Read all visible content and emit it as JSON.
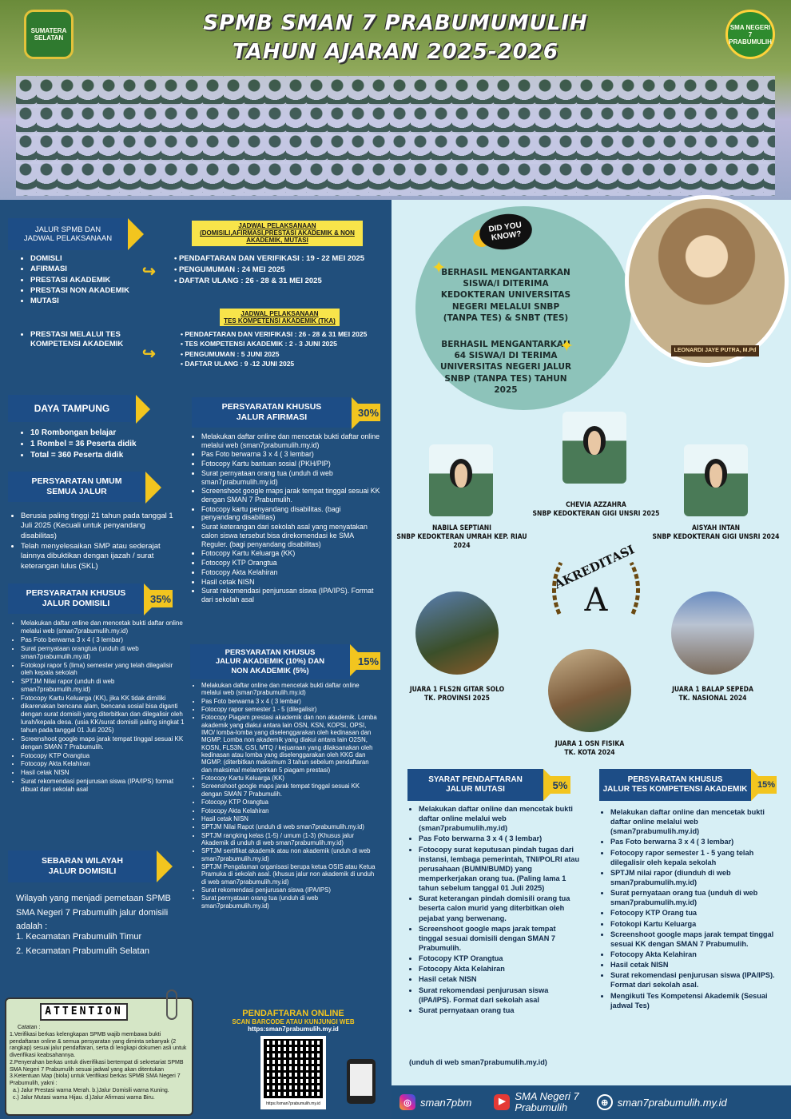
{
  "hero": {
    "title_line1": "SPMB SMAN 7 PRABUMUMULIH",
    "title_line2": "TAHUN AJARAN 2025-2026",
    "logo_left": "SUMATERA SELATAN",
    "logo_right": "SMA NEGERI 7 PRABUMULIH"
  },
  "jalur": {
    "heading": "JALUR SPMB DAN\nJADWAL PELAKSANAAN",
    "items": [
      "DOMISLI",
      "AFIRMASI",
      "PRESTASI AKADEMIK",
      "PRESTASI NON AKADEMIK",
      "MUTASI"
    ],
    "tka_item": "PRESTASI MELALUI TES KOMPETENSI AKADEMIK"
  },
  "jadwal1": {
    "title": "JADWAL PELAKSANAAN\n(DOMISILI,AFIRMASI,PRESTASI AKADEMIK & NON AKADEMIK, MUTASI",
    "rows": [
      "PENDAFTARAN DAN VERIFIKASI :  19 - 22 MEI  2025",
      "PENGUMUMAN                          :  24 MEI 2025",
      "DAFTAR ULANG                         : 26 - 28 & 31 MEI 2025"
    ]
  },
  "jadwal2": {
    "title": "JADWAL PELAKSANAAN\nTES KOMPETENSI AKADEMIK (TKA)",
    "rows": [
      "PENDAFTARAN DAN VERIFIKASI : 26 - 28 & 31 MEI  2025",
      "TES KOMPETENSI AKADEMIK     :  2 - 3 JUNI 2025",
      "PENGUMUMAN                          :  5 JUNI 2025",
      "DAFTAR ULANG                        :  9 -12 JUNI 2025"
    ]
  },
  "daya": {
    "heading": "DAYA TAMPUNG",
    "items": [
      "10 Rombongan belajar",
      "1 Rombel = 36 Peserta didik",
      "Total = 360 Peserta didik"
    ]
  },
  "umum": {
    "heading": "PERSYARATAN UMUM\nSEMUA JALUR",
    "items": [
      "Berusia paling tinggi 21 tahun pada tanggal 1 Juli 2025 (Kecuali untuk penyandang disabilitas)",
      "Telah menyelesaikan SMP atau sederajat lainnya dibuktikan dengan ijazah / surat keterangan lulus (SKL)"
    ]
  },
  "domisili": {
    "heading": "PERSYARATAN KHUSUS\nJALUR DOMISILI",
    "pct": "35%",
    "items": [
      "Melakukan daftar online dan mencetak bukti daftar online melalui web (sman7prabumulih.my.id)",
      "Pas Foto berwarna 3 x 4 ( 3 lembar)",
      "Surat pernyataan orangtua (unduh di web sman7prabumulih.my.id)",
      "Fotokopi rapor 5 (lima) semester yang telah dilegalisir oleh kepala sekolah",
      "SPTJM Nilai rapor (unduh di web sman7prabumulih.my.id)",
      "Fotocopy Kartu Keluarga (KK), jika KK tidak dimiliki dikarenakan bencana alam, bencana sosial bisa diganti dengan surat domisili yang diterbitkan dan dilegalisir oleh lurah/kepala desa. (usia KK/surat domisili paling singkat 1 tahun pada tanggal 01 Juli 2025)",
      "Screenshoot google maps jarak tempat tinggal sesuai KK dengan SMAN 7 Prabumulih.",
      "Fotocopy KTP Orangtua",
      "Fotocopy Akta Kelahiran",
      "Hasil cetak NISN",
      "Surat rekomendasi penjurusan siswa (IPA/IPS) format dibuat dari sekolah asal"
    ]
  },
  "sebaran": {
    "heading": "SEBARAN WILAYAH\nJALUR DOMISILI",
    "intro": "Wilayah yang menjadi pemetaan SPMB SMA Negeri 7 Prabumulih jalur domisili adalah :",
    "items": [
      "1.   Kecamatan Prabumulih Timur",
      "2.   Kecamatan Prabumulih Selatan"
    ]
  },
  "afirmasi": {
    "heading": "PERSYARATAN KHUSUS\nJALUR AFIRMASI",
    "pct": "30%",
    "items": [
      "Melakukan daftar online dan mencetak bukti daftar online melalui web (sman7prabumulih.my.id)",
      "Pas Foto berwarna 3 x 4 ( 3 lembar)",
      "Fotocopy Kartu bantuan sosial (PKH/PIP)",
      "Surat pernyataan orang tua (unduh di web sman7prabumulih.my.id)",
      "Screenshoot google maps jarak tempat tinggal sesuai KK dengan SMAN 7 Prabumulih.",
      "Fotocopy kartu penyandang disabilitas. (bagi penyandang disabilitas)",
      "Surat keterangan dari sekolah asal yang menyatakan calon siswa tersebut bisa direkomendasi ke SMA Reguler. (bagi penyandang disabilitas)",
      "Fotocopy Kartu Keluarga (KK)",
      "Fotocopy KTP Orangtua",
      "Fotocopy Akta Kelahiran",
      "Hasil cetak NISN",
      "Surat rekomendasi penjurusan siswa (IPA/IPS). Format dari sekolah asal"
    ]
  },
  "akademik": {
    "heading": "PERSYARATAN KHUSUS\nJALUR AKADEMIK (10%) DAN\nNON AKADEMIK (5%)",
    "pct": "15%",
    "items": [
      "Melakukan daftar online dan mencetak bukti daftar online melalui web (sman7prabumulih.my.id)",
      "Pas Foto berwarna 3 x 4 ( 3 lembar)",
      "Fotocopy rapor semester 1 - 5 (dilegalisir)",
      "Fotocopy Piagam prestasi akademik dan non akademik. Lomba akademik yang diakui antara lain OSN, KSN, KOPSI, OPSI, IMO/ lomba-lomba yang diselenggarakan oleh kedinasan dan MGMP. Lomba non akademik yang diakui antara lain O2SN, KOSN, FLS3N, GSI, MTQ / kejuaraan yang dilaksanakan oleh kedinasan atau lomba yang diselenggarakan oleh KKG dan MGMP. (diterbitkan maksimum 3 tahun sebelum pendaftaran dan maksimal melampirkan 5 piagam prestasi)",
      "Fotocopy Kartu Keluarga (KK)",
      "Screenshoot google maps jarak tempat tinggal sesuai KK dengan SMAN 7 Prabumulih.",
      "Fotocopy KTP Orangtua",
      "Fotocopy Akta Kelahiran",
      "Hasil cetak NISN",
      "SPTJM Nilai Rapot (unduh di web sman7prabumulih.my.id)",
      "SPTJM rangking kelas (1-5) / umum (1-3) (Khusus jalur Akademik di unduh di web sman7prabumulih.my.id)",
      "SPTJM sertifikat akademik atau non akademik (unduh di web sman7prabumulih.my.id)",
      "SPTJM Pengalaman organisasi berupa ketua OSIS atau Ketua Pramuka di sekolah asal. (khusus jalur non akademik di unduh di web sman7prabumulih.my.id)",
      "Surat rekomendasi penjurusan siswa (IPA/IPS)",
      "Surat pernyataan orang tua (unduh di web sman7prabumulih.my.id)"
    ]
  },
  "online": {
    "title": "PENDAFTARAN ONLINE",
    "sub": "SCAN BARCODE ATAU KUNJUNGI WEB",
    "url": "https:sman7prabumulih.my.id",
    "qr_caption": "https://sman7prabumulih.my.id"
  },
  "dyk": {
    "badge": "DID YOU KNOW?",
    "text1": "BERHASIL MENGANTARKAN SISWA/I DITERIMA KEDOKTERAN UNIVERSITAS NEGERI MELALUI SNBP (TANPA TES) &  SNBT (TES)",
    "text2": "BERHASIL MENGANTARKAN 64 SISWA/I DI TERIMA UNIVERSITAS NEGERI JALUR SNBP (TANPA TES) TAHUN 2025"
  },
  "principal": {
    "name": "LEONARDI JAYE PUTRA, M.Pd"
  },
  "students": [
    {
      "name": "NABILA SEPTIANI",
      "desc": "SNBP KEDOKTERAN  UMRAH KEP. RIAU  2024"
    },
    {
      "name": "CHEVIA AZZAHRA",
      "desc": "SNBP KEDOKTERAN GIGI UNSRI 2025"
    },
    {
      "name": "AISYAH INTAN",
      "desc": "SNBP KEDOKTERAN GIGI UNSRI 2024"
    }
  ],
  "akreditasi": {
    "word": "AKREDITASI",
    "grade": "A"
  },
  "achievements": [
    {
      "title": "JUARA 1  FLS2N GITAR SOLO",
      "sub": "TK. PROVINSI 2025"
    },
    {
      "title": "JUARA 1  OSN FISIKA",
      "sub": "TK. KOTA 2024"
    },
    {
      "title": "JUARA 1 BALAP SEPEDA",
      "sub": "TK. NASIONAL 2024"
    }
  ],
  "mutasi": {
    "heading": "SYARAT PENDAFTARAN\nJALUR MUTASI",
    "pct": "5%",
    "items": [
      "Melakukan daftar online dan mencetak bukti daftar online melalui web (sman7prabumulih.my.id)",
      "Pas Foto berwarna 3 x 4 ( 3 lembar)",
      "Fotocopy surat keputusan pindah tugas dari instansi, lembaga pemerintah, TNI/POLRI atau perusahaan (BUMN/BUMD) yang memperkerjakan orang tua. (Paling lama 1 tahun sebelum tanggal 01 Juli 2025)",
      "Surat keterangan pindah domisili orang tua beserta calon murid yang diterbitkan oleh pejabat yang berwenang.",
      "Screenshoot google maps jarak tempat tinggal sesuai domisili dengan SMAN 7 Prabumulih.",
      "Fotocopy KTP Orangtua",
      "Fotocopy Akta Kelahiran",
      "Hasil cetak NISN",
      "Surat rekomendasi penjurusan siswa (IPA/IPS). Format dari sekolah asal",
      "Surat pernyataan orang tua"
    ],
    "tail": "(unduh di web sman7prabumulih.my.id)"
  },
  "tka": {
    "heading": "PERSYARATAN KHUSUS\nJALUR TES  KOMPETENSI AKADEMIK",
    "pct": "15%",
    "items": [
      "Melakukan daftar online dan mencetak bukti daftar online melalui web (sman7prabumulih.my.id)",
      "Pas Foto berwarna 3 x 4 ( 3 lembar)",
      "Fotocopy rapor semester 1 - 5 yang telah dilegalisir oleh kepala sekolah",
      "SPTJM nilai rapor (diunduh di web sman7prabumulih.my.id)",
      "Surat pernyataan orang tua (unduh di web sman7prabumulih.my.id)",
      "Fotocopy KTP Orang tua",
      "Fotokopi Kartu Keluarga",
      "Screenshoot google maps jarak tempat tinggal sesuai KK dengan SMAN 7 Prabumulih.",
      "Fotocopy Akta Kelahiran",
      "Hasil cetak NISN",
      "Surat rekomendasi penjurusan siswa (IPA/IPS). Format dari sekolah asal.",
      "Mengikuti Tes Kompetensi Akademik (Sesuai jadwal Tes)"
    ]
  },
  "attention": {
    "title": "ATTENTION",
    "catatan": "Catatan :",
    "notes": [
      "1.Verifikasi berkas kelengkapan SPMB wajib membawa bukti pendaftaran online & semua persyaratan yang diminta sebanyak (2 rangkap) sesuai jalur pendaftaran, serta di lengkapi dokumen asli untuk diverifikasi keabsahannya.",
      "2.Penyerahan berkas untuk diverifikasi bertempat di sekretariat SPMB SMA Negeri 7 Prabumulih sesuai jadwal yang akan ditentukan",
      "3.Ketentuan Map (biola) untuk Verifikasi berkas SPMB SMA Negeri 7 Prabumulih, yakni :",
      "a.) Jalur Prestasi warna Merah.   b.)Jalur Domisili warna Kuning.",
      "c.) Jalur Mutasi warna Hijau.       d.)Jalur Afirmasi warna Biru."
    ]
  },
  "footer": {
    "instagram": "sman7pbm",
    "youtube_line1": "SMA Negeri 7",
    "youtube_line2": "Prabumulih",
    "web": "sman7prabumulih.my.id"
  }
}
